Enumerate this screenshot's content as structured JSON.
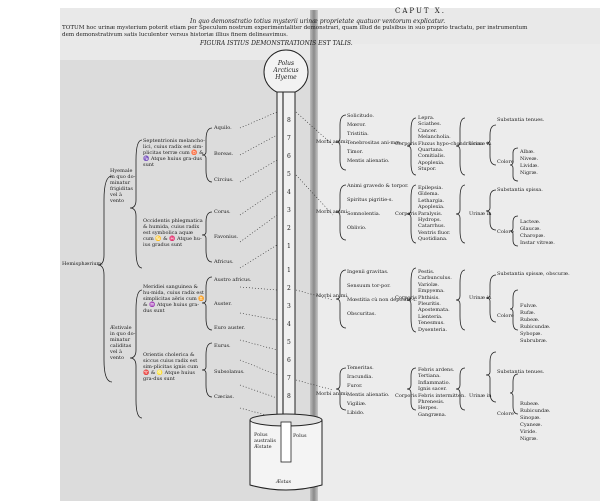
{
  "header": {
    "running_head": "CAPUT X.",
    "title_line": "In quo demonstratio totius mysterii urinæ proprietate quatuor ventorum explicatur.",
    "intro_1": "TOTUM hoc urinæ mysterium poterit etiam per Speculum nostrum experimentaliter demonstrari, quam illud de pulsibus in suo proprio tractatu, per instrumentum",
    "intro_2": "dem demonstrativum satis luculenter versus historiæ illius finem delineavimus.",
    "figure_caption": "FIGURA ISTIUS DEMONSTRATIONIS EST TALIS."
  },
  "instrument": {
    "top_label": "Polus Arcticus Hyeme",
    "scale_top": [
      "8",
      "7",
      "6",
      "5",
      "4",
      "3",
      "2",
      "1"
    ],
    "scale_bottom": [
      "1",
      "2",
      "3",
      "4",
      "5",
      "6",
      "7",
      "8"
    ],
    "base_label_left": "Polus australis Æstate",
    "base_label_right": "Polus",
    "base_bottom": "Æstas"
  },
  "left_page": {
    "root": "Hemisphærium.",
    "groups": [
      {
        "label": "Hyemale in quo do-minatur frigiditas vel à vento",
        "entries": [
          {
            "text": "Septentrionis melancho-lici, cuius radix est sim-plicitas terræ cum ♉ & ♑ Atque huius gra-dus sunt",
            "winds": [
              "Aquilo.",
              "Boreas.",
              "Circius."
            ]
          },
          {
            "text": "Occidentis phlegmatica & humida, cuius radix est symbolica aquæ cum ♋ & ♓ Atque hu-ius gradus sunt",
            "winds": [
              "Corus.",
              "Favonius.",
              "Africus."
            ]
          }
        ]
      },
      {
        "label": "Æstivale in quo do-minatur caliditas vel à vento",
        "entries": [
          {
            "text": "Meridiei sanguinea & hu-mida, cuius radix est simplicitas aëris cum ♊ & ♒ Atque huius gra-dus sunt",
            "winds": [
              "Austro africus.",
              "Auster.",
              "Euro auster."
            ]
          },
          {
            "text": "Orientis cholerica & siccus cuius radix est sim-plicitas ignis cum ♈ & ♌ Atque huius gra-dus sunt",
            "winds": [
              "Eurus.",
              "Subsolanus.",
              "Cæcias."
            ]
          }
        ]
      }
    ]
  },
  "right_page": {
    "sections": [
      {
        "mind_label": "Morbi animi.",
        "mind": [
          "Solicitudo.",
          "Mœror.",
          "Tristitia.",
          "Tenebrositas ani-mæ.",
          "Timor.",
          "Mentis alienatio."
        ],
        "body_label": "Corporis",
        "body": [
          "Lepra.",
          "Sciathes.",
          "Cancer.",
          "Melancholia.",
          "Fluxus hypo-chondriacus.",
          "Quartana.",
          "Comitialis.",
          "Apoplexia.",
          "Stupor."
        ],
        "urine_label": "Urinæ in",
        "sub1_label": "Substantia tenues.",
        "sub2_label": "Colore",
        "colours": [
          "Albæ.",
          "Niveæ.",
          "Lividæ.",
          "Nigræ."
        ]
      },
      {
        "mind_label": "Morbi animi.",
        "mind": [
          "Animi gravedo & torpor.",
          "Spiritus pigritie-s.",
          "Somnolentia.",
          "Oblivio."
        ],
        "body_label": "Corporis",
        "body": [
          "Epilepsia.",
          "Œdema.",
          "Lethargia.",
          "Apoplexia.",
          "Paralysis.",
          "Hydrops.",
          "Catarrhus.",
          "Ventris fluor.",
          "Quotidiana."
        ],
        "urine_label": "Urinæ in",
        "sub1_label": "Substantia spissa.",
        "sub2_label": "Colore",
        "colours": [
          "Lacteæ.",
          "Glaucæ.",
          "Charopæ.",
          "Instar vitreæ."
        ]
      },
      {
        "mind_label": "Morbi animi.",
        "mind": [
          "Ingenii gravitas.",
          "Sensuum tor-por.",
          "Mœstitia cù non deposita-t.",
          "Obscuritas."
        ],
        "body_label": "Corporis",
        "body": [
          "Pestis.",
          "Carbunculus.",
          "Variolæ.",
          "Empyema.",
          "Phthisis.",
          "Pleuritis.",
          "Apostemata.",
          "Lienteria.",
          "Tenesmus.",
          "Dysenteria."
        ],
        "urine_label": "Urinæ in",
        "sub1_label": "Substantia spissæ, obscuræ.",
        "sub2_label": "Colore",
        "colours": [
          "Fulvæ.",
          "Rufæ.",
          "Rubeæ.",
          "Rubicundæ.",
          "Sybopæ.",
          "Subrubræ."
        ]
      },
      {
        "mind_label": "Morbi animi.",
        "mind": [
          "Temeritas.",
          "Iracundia.",
          "Furor.",
          "Mentis alienatio.",
          "Vigiliæ.",
          "Libido."
        ],
        "body_label": "Corporis",
        "body": [
          "Febris ardens.",
          "Tertiana.",
          "Inflammatio.",
          "Ignis sacer.",
          "Febris intermitten.",
          "Phrenesis.",
          "Herpes.",
          "Gangræna."
        ],
        "urine_label": "Urinæ in",
        "sub1_label": "Substantia tenues.",
        "sub2_label": "Colore",
        "colours": [
          "Rubeæ.",
          "Rubicundæ.",
          "Sinopæ.",
          "Cyaneæ.",
          "Viride.",
          "Nigræ."
        ]
      }
    ]
  }
}
